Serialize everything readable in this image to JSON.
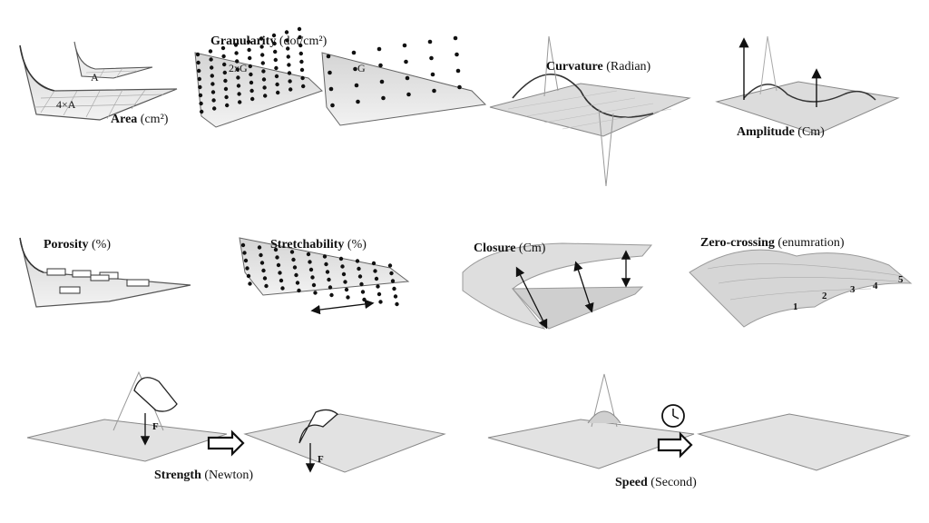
{
  "figure": {
    "row1": {
      "area": {
        "name": "Area",
        "unit": "(cm²)",
        "label_small": "A",
        "label_large": "4×A"
      },
      "granularity": {
        "name": "Granularity",
        "unit": "(dot/cm²)",
        "label_dense": "2xG",
        "label_sparse": "G"
      },
      "curvature": {
        "name": "Curvature",
        "unit": "(Radian)"
      },
      "amplitude": {
        "name": "Amplitude",
        "unit": "(Cm)"
      }
    },
    "row2": {
      "porosity": {
        "name": "Porosity",
        "unit": "(%)"
      },
      "stretchability": {
        "name": "Stretchability",
        "unit": "(%)"
      },
      "closure": {
        "name": "Closure",
        "unit": "(Cm)"
      },
      "zero_crossing": {
        "name": "Zero-crossing",
        "unit": "(enumration)",
        "counts": [
          "1",
          "2",
          "3",
          "4",
          "5"
        ]
      }
    },
    "row3": {
      "strength": {
        "name": "Strength",
        "unit": "(Newton)",
        "force_label": "F"
      },
      "speed": {
        "name": "Speed",
        "unit": "(Second)"
      }
    }
  },
  "colors": {
    "surface": "#e6e6e6",
    "mesh": "#9a9a9a",
    "edge": "#555555",
    "dot": "#111111"
  }
}
